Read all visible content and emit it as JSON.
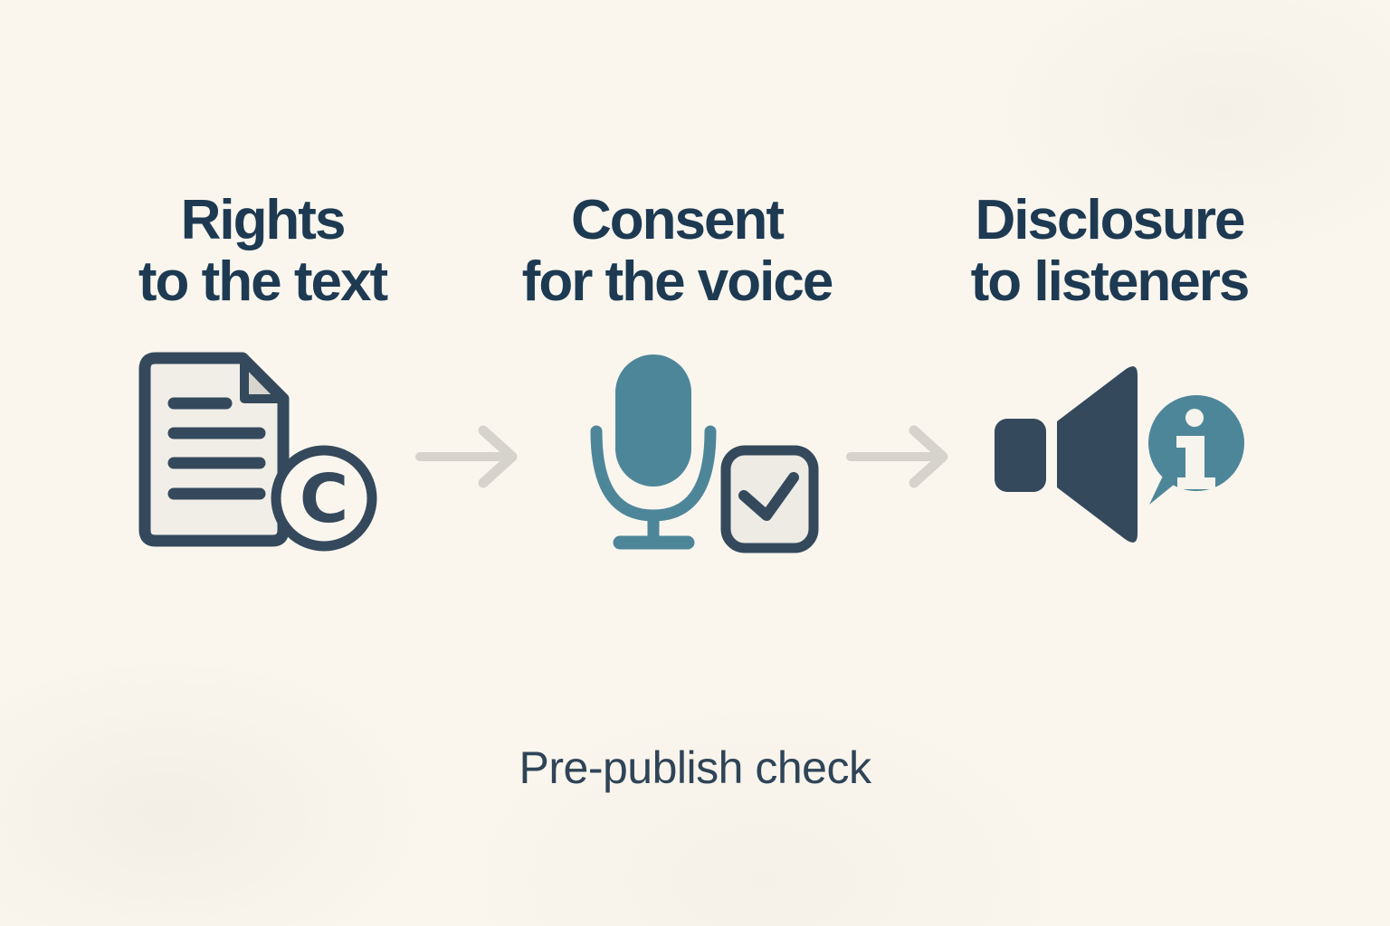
{
  "page": {
    "background_color": "#faf6ee",
    "type": "pre-publish checklist infographic"
  },
  "steps": [
    {
      "title_line1": "Rights",
      "title_line2": "to the text",
      "icon": "document-copyright-icon"
    },
    {
      "title_line1": "Consent",
      "title_line2": "for the voice",
      "icon": "microphone-checkbox-icon"
    },
    {
      "title_line1": "Disclosure",
      "title_line2": "to listeners",
      "icon": "speaker-info-icon"
    }
  ],
  "arrows": {
    "between_steps": 2,
    "direction": "right"
  },
  "footer": {
    "label": "Pre-publish check"
  },
  "icons": {
    "copyright_letter": "C",
    "info_letter": "i"
  },
  "colors": {
    "heading_text": "#1d3a52",
    "footer_text": "#2f4457",
    "icon_navy": "#35495c",
    "icon_teal": "#4e8699",
    "arrow_grey": "#d6d3cc",
    "paper_fill": "#f1eee8",
    "paper_fold": "#d8d5ce",
    "checkbox_fill": "#edebe4",
    "bubble_glyph": "#f7f4ed"
  }
}
